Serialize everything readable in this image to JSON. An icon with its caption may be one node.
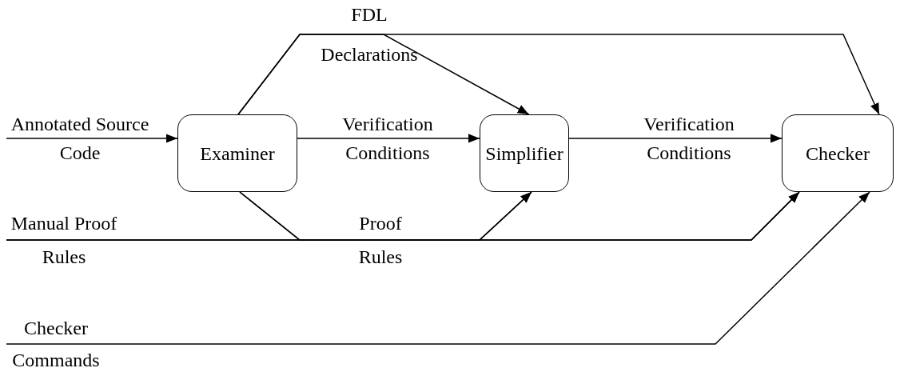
{
  "diagram": {
    "nodes": [
      {
        "text": [
          "Examiner"
        ]
      },
      {
        "text": [
          "Simplifier"
        ]
      },
      {
        "text": [
          "Checker"
        ]
      }
    ],
    "edges": [
      {
        "from": null,
        "to": 0,
        "arrow": "to",
        "label": "Annotated Source Code"
      },
      {
        "from": 0,
        "to": 1,
        "arrow": "to",
        "label": "Verification Conditions"
      },
      {
        "from": 1,
        "to": 2,
        "arrow": "to",
        "label": "Verification Conditions"
      },
      {
        "from": 0,
        "to": 1,
        "arrow": "to",
        "label": "FDL Declarations"
      },
      {
        "from": 0,
        "to": 2,
        "arrow": "to"
      },
      {
        "from": 0,
        "to": 1,
        "arrow": "to",
        "label": "Proof Rules"
      },
      {
        "from": 0,
        "to": 2,
        "arrow": "to"
      },
      {
        "from": null,
        "to": 1,
        "arrow": "to",
        "label": "Manual Proof Rules"
      },
      {
        "from": null,
        "to": 2,
        "arrow": "to"
      },
      {
        "from": null,
        "to": 2,
        "arrow": "to",
        "label": "Checker Commands"
      }
    ]
  }
}
